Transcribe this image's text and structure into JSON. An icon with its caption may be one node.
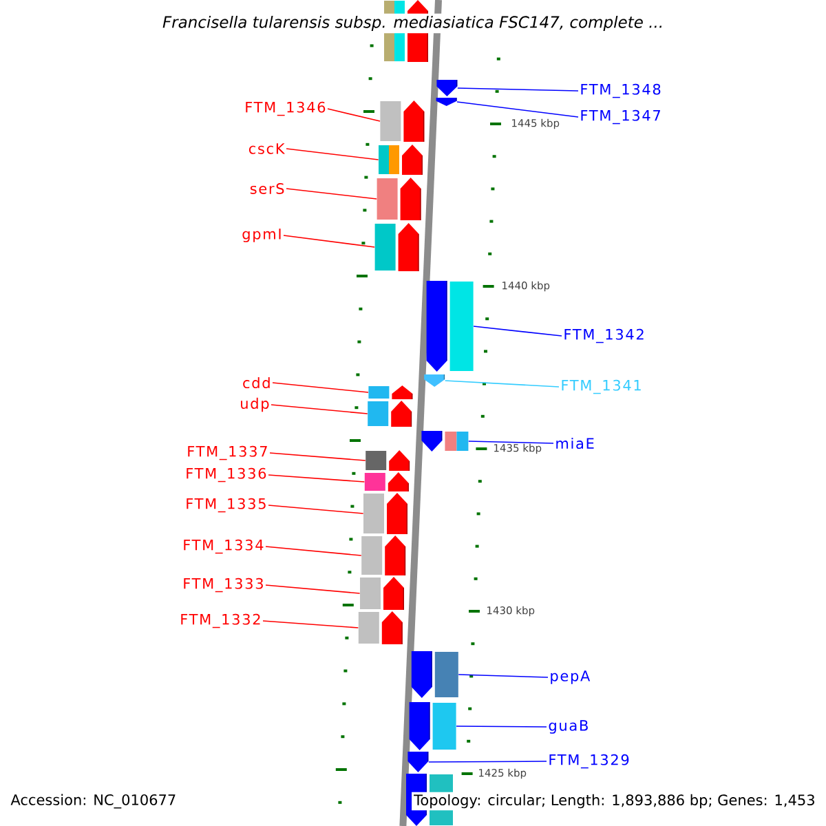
{
  "diagram": {
    "title": "Francisella tularensis subsp. mediasiatica FSC147, complete ...",
    "nodes": [
      {
        "text": [],
        "shape": "pentagon"
      },
      {
        "text": [
          "FTM_1348"
        ]
      },
      {
        "text": [],
        "shape": "pentagon"
      },
      {
        "text": [
          "FTM_1347"
        ]
      },
      {
        "text": [],
        "shape": "pentagon"
      },
      {
        "text": [
          "FTM_1346"
        ]
      },
      {
        "text": [],
        "shape": "pentagon"
      },
      {
        "text": [
          "cscK"
        ]
      },
      {
        "text": [],
        "shape": "pentagon"
      },
      {
        "text": [
          "serS"
        ]
      },
      {
        "text": [],
        "shape": "pentagon"
      },
      {
        "text": [
          "gpmI"
        ]
      },
      {
        "text": [],
        "shape": "pentagon"
      },
      {
        "text": [
          "FTM_1342"
        ]
      },
      {
        "text": [],
        "shape": "pentagon"
      },
      {
        "text": [
          "FTM_1341"
        ]
      },
      {
        "text": [],
        "shape": "pentagon"
      },
      {
        "text": [
          "cdd"
        ]
      },
      {
        "text": [],
        "shape": "pentagon"
      },
      {
        "text": [
          "udp"
        ]
      },
      {
        "text": [],
        "shape": "pentagon"
      },
      {
        "text": [
          "miaE"
        ]
      },
      {
        "text": [],
        "shape": "pentagon"
      },
      {
        "text": [
          "FTM_1337"
        ]
      },
      {
        "text": [],
        "shape": "pentagon"
      },
      {
        "text": [
          "FTM_1336"
        ]
      },
      {
        "text": [],
        "shape": "pentagon"
      },
      {
        "text": [
          "FTM_1335"
        ]
      },
      {
        "text": [],
        "shape": "pentagon"
      },
      {
        "text": [
          "FTM_1334"
        ]
      },
      {
        "text": [],
        "shape": "pentagon"
      },
      {
        "text": [
          "FTM_1333"
        ]
      },
      {
        "text": [],
        "shape": "pentagon"
      },
      {
        "text": [
          "FTM_1332"
        ]
      },
      {
        "text": [],
        "shape": "pentagon"
      },
      {
        "text": [
          "pepA"
        ]
      },
      {
        "text": [],
        "shape": "pentagon"
      },
      {
        "text": [
          "guaB"
        ]
      },
      {
        "text": [],
        "shape": "pentagon"
      },
      {
        "text": [
          "FTM_1329"
        ]
      },
      {
        "text": [],
        "shape": "pentagon"
      },
      {
        "text": [],
        "shape": "pentagon"
      }
    ],
    "edges": [
      {
        "from": 1,
        "to": 2,
        "arrow": "none",
        "color": "#0000ff"
      },
      {
        "from": 3,
        "to": 4,
        "arrow": "none",
        "color": "#0000ff"
      },
      {
        "from": 5,
        "to": 6,
        "arrow": "none"
      },
      {
        "from": 7,
        "to": 8,
        "arrow": "none"
      },
      {
        "from": 9,
        "to": 10,
        "arrow": "none"
      },
      {
        "from": 11,
        "to": 12,
        "arrow": "none"
      },
      {
        "from": 13,
        "to": 14,
        "arrow": "none",
        "color": "#0000ff"
      },
      {
        "from": 15,
        "to": 16,
        "arrow": "none",
        "color": "#33ccff"
      },
      {
        "from": 17,
        "to": 18,
        "arrow": "none"
      },
      {
        "from": 19,
        "to": 20,
        "arrow": "none"
      },
      {
        "from": 21,
        "to": 22,
        "arrow": "none",
        "color": "#0000ff"
      },
      {
        "from": 23,
        "to": 24,
        "arrow": "none"
      },
      {
        "from": 25,
        "to": 26,
        "arrow": "none"
      },
      {
        "from": 27,
        "to": 28,
        "arrow": "none"
      },
      {
        "from": 29,
        "to": 30,
        "arrow": "none"
      },
      {
        "from": 31,
        "to": 32,
        "arrow": "none"
      },
      {
        "from": 33,
        "to": 34,
        "arrow": "none"
      },
      {
        "from": 35,
        "to": 36,
        "arrow": "none",
        "color": "#0000ff"
      },
      {
        "from": 37,
        "to": 38,
        "arrow": "none",
        "color": "#0000ff"
      },
      {
        "from": 39,
        "to": 40,
        "arrow": "none",
        "color": "#0000ff"
      }
    ],
    "labels": [
      "1445 kbp",
      "1440 kbp",
      "1435 kbp",
      "1430 kbp",
      "1425 kbp",
      "Accession: NC_010677",
      "Topology: circular; Length: 1,893,886 bp; Genes: 1,453"
    ]
  }
}
